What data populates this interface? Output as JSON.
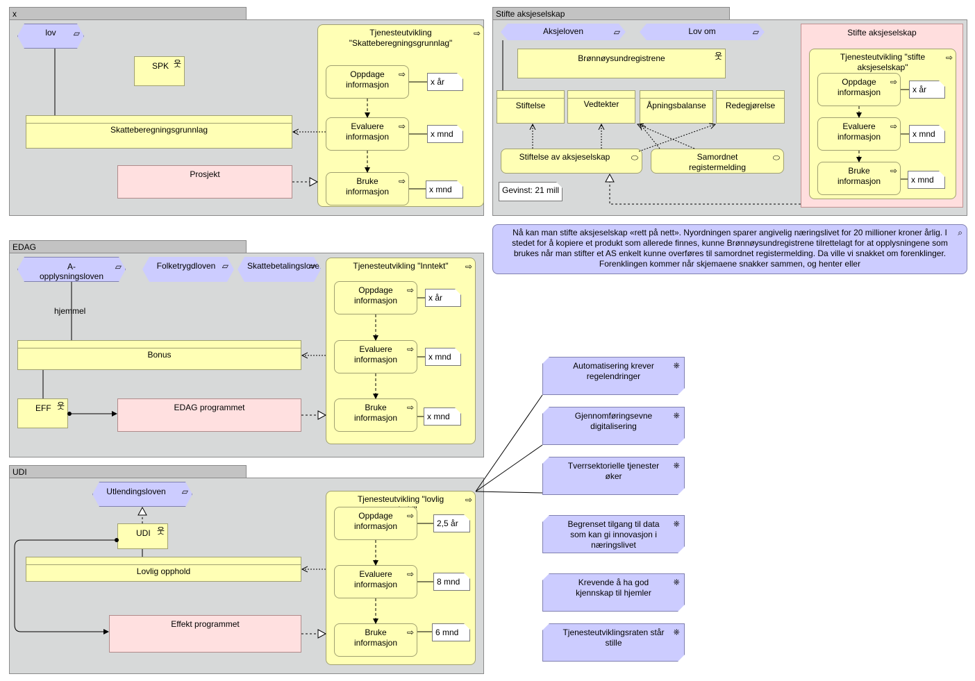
{
  "groups": {
    "x": {
      "title": "x"
    },
    "stifte": {
      "title": "Stifte aksjeselskap"
    },
    "edag": {
      "title": "EDAG"
    },
    "udi": {
      "title": "UDI"
    }
  },
  "x": {
    "law": "lov",
    "actor": "SPK",
    "data": "Skatteberegningsgrunnlag",
    "project": "Prosjekt",
    "svc_title": "Tjenesteutvikling \"Skatteberegningsgrunnlag\"",
    "steps": [
      "Oppdage informasjon",
      "Evaluere informasjon",
      "Bruke informasjon"
    ],
    "notes": [
      "x år",
      "x mnd",
      "x mnd"
    ]
  },
  "stifte": {
    "laws": [
      "Aksjeloven",
      "Lov om"
    ],
    "actor": "Brønnøysundregistrene",
    "docs": [
      "Stiftelse",
      "Vedtekter",
      "Åpningsbalanse",
      "Redegjørelse"
    ],
    "events": [
      "Stiftelse av aksjeselskap",
      "Samordnet registermelding"
    ],
    "gain": "Gevinst: 21 mill",
    "inner_title": "Stifte aksjeselskap",
    "svc_title": "Tjenesteutvikling \"stifte aksjeselskap\"",
    "steps": [
      "Oppdage informasjon",
      "Evaluere informasjon",
      "Bruke informasjon"
    ],
    "notes": [
      "x år",
      "x mnd",
      "x mnd"
    ]
  },
  "assessment": {
    "text": "Nå kan man stifte aksjeselskap «rett på nett». Nyordningen sparer angivelig næringslivet for 20 millioner kroner årlig. I stedet for å kopiere et produkt som allerede finnes, kunne Brønnøysundregistrene tilrettelagt for at opplysningene som brukes når man stifter et AS enkelt kunne overføres til samordnet registermelding. Da ville vi snakket om forenklinger. Forenklingen kommer når skjemaene snakker sammen, og henter eller"
  },
  "edag": {
    "laws": [
      "A-opplysningsloven",
      "Folketrygdloven",
      "Skattebetalingsloven"
    ],
    "relation": "hjemmel",
    "data": "Bonus",
    "actor": "EFF",
    "project": "EDAG programmet",
    "svc_title": "Tjenesteutvikling \"Inntekt\"",
    "steps": [
      "Oppdage informasjon",
      "Evaluere informasjon",
      "Bruke informasjon"
    ],
    "notes": [
      "x år",
      "x mnd",
      "x mnd"
    ]
  },
  "udi": {
    "law": "Utlendingsloven",
    "actor": "UDI",
    "data": "Lovlig opphold",
    "project": "Effekt programmet",
    "svc_title": "Tjenesteutvikling \"lovlig opphold\"",
    "steps": [
      "Oppdage informasjon",
      "Evaluere informasjon",
      "Bruke informasjon"
    ],
    "notes": [
      "2,5 år",
      "8 mnd",
      "6 mnd"
    ]
  },
  "drivers": [
    "Automatisering krever regelendringer",
    "Gjennomføringsevne digitalisering",
    "Tverrsektorielle tjenester øker",
    "Begrenset tilgang til data som kan gi innovasjon i næringslivet",
    "Krevende å ha god kjennskap til hjemler",
    "Tjenesteutviklingsraten står stille"
  ],
  "colors": {
    "group": "#d7d9d9",
    "yellow": "#ffffb5",
    "pink": "#ffe0e0",
    "lavender": "#ccccff",
    "assessment_pink": "#ffdede"
  },
  "icons": [
    "actor-icon",
    "service-arrow-icon",
    "law-icon",
    "event-icon",
    "driver-icon",
    "assessment-icon"
  ]
}
